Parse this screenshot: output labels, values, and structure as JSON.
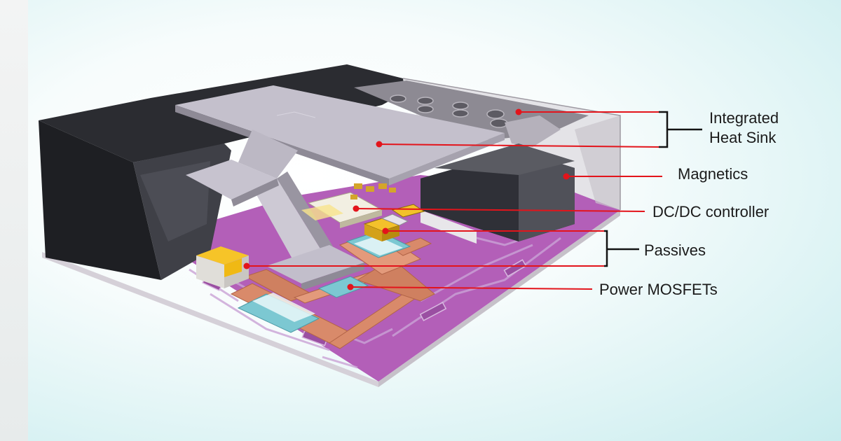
{
  "labels": {
    "heat_sink_line1": "Integrated",
    "heat_sink_line2": "Heat Sink",
    "magnetics": "Magnetics",
    "dcdc_controller": "DC/DC controller",
    "passives": "Passives",
    "power_mosfets": "Power MOSFETs"
  },
  "colors": {
    "callout": "#e3141b",
    "bracket": "#141414",
    "housing": "#2b2c31",
    "pcb": "#b35fb8",
    "heat_sink": "#c4c0cc",
    "copper": "#d98a6a",
    "background": "#d6f1f2"
  }
}
